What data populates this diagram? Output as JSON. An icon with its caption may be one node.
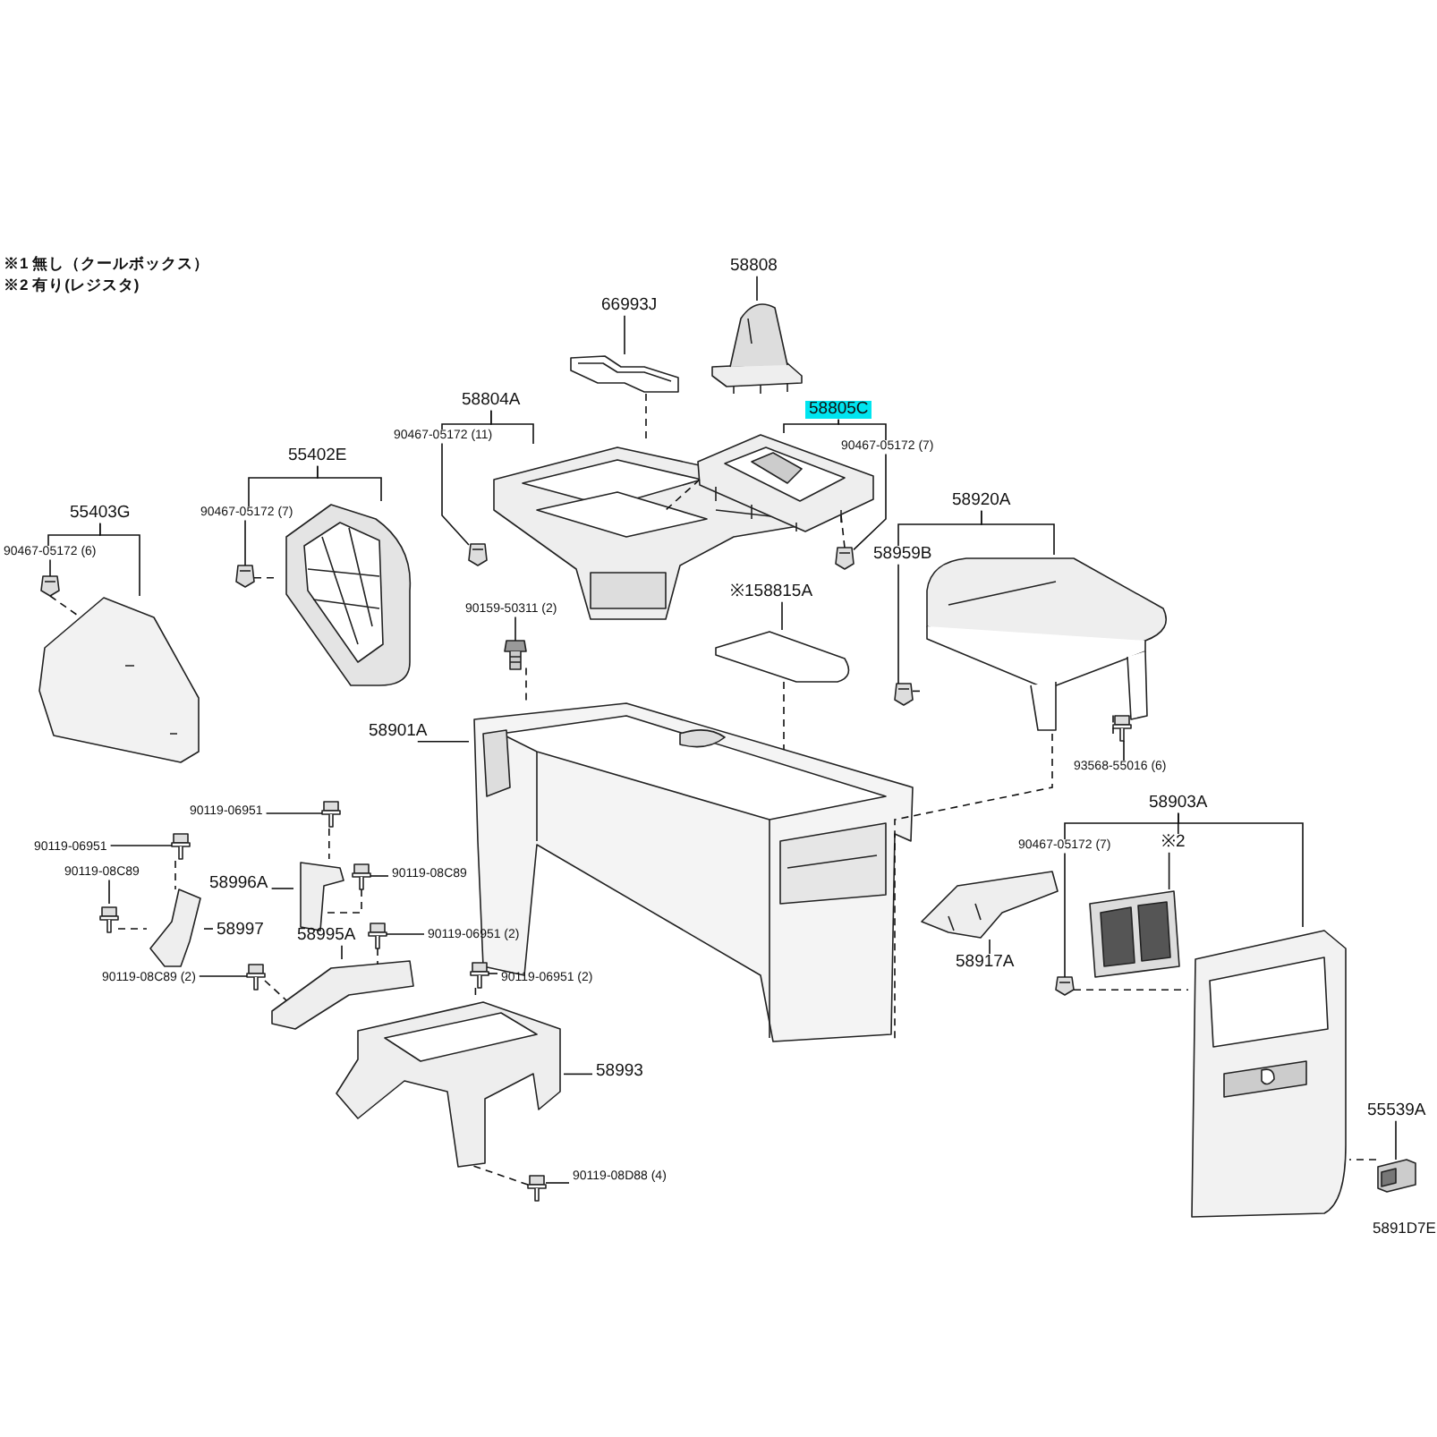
{
  "diagram": {
    "nodes": [
      {
        "text": [
          "58808"
        ]
      },
      {
        "text": [],
        "shape": "picture"
      },
      {
        "text": [
          "66993J"
        ]
      },
      {
        "text": [],
        "shape": "picture"
      },
      {
        "text": [
          "58804A"
        ]
      },
      {
        "text": [
          "90467-05172 (11)"
        ]
      },
      {
        "text": [],
        "shape": "picture"
      },
      {
        "text": [],
        "shape": "picture"
      },
      {
        "text": [
          "58805C"
        ]
      },
      {
        "text": [
          "90467-05172 (7)"
        ]
      },
      {
        "text": [],
        "shape": "picture"
      },
      {
        "text": [],
        "shape": "picture"
      },
      {
        "text": [
          "58920A"
        ]
      },
      {
        "text": [
          "58959B"
        ]
      },
      {
        "text": [],
        "shape": "picture"
      },
      {
        "text": [],
        "shape": "picture"
      },
      {
        "text": [
          "93568-55016 (6)"
        ]
      },
      {
        "text": [],
        "shape": "picture"
      },
      {
        "text": [
          "※158815A"
        ]
      },
      {
        "text": [],
        "shape": "picture"
      },
      {
        "text": [
          "55402E"
        ]
      },
      {
        "text": [
          "90467-05172 (7)"
        ]
      },
      {
        "text": [],
        "shape": "picture"
      },
      {
        "text": [],
        "shape": "picture"
      },
      {
        "text": [
          "55403G"
        ]
      },
      {
        "text": [
          "90467-05172 (6)"
        ]
      },
      {
        "text": [],
        "shape": "picture"
      },
      {
        "text": [],
        "shape": "picture"
      },
      {
        "text": [
          "90159-50311 (2)"
        ]
      },
      {
        "text": [],
        "shape": "picture"
      },
      {
        "text": [
          "58901A"
        ]
      },
      {
        "text": [],
        "shape": "picture"
      },
      {
        "text": [
          "58903A"
        ]
      },
      {
        "text": [
          "90467-05172 (7)"
        ]
      },
      {
        "text": [
          "※2"
        ]
      },
      {
        "text": [],
        "shape": "picture"
      },
      {
        "text": [],
        "shape": "picture"
      },
      {
        "text": [],
        "shape": "picture"
      },
      {
        "text": [
          "58917A"
        ]
      },
      {
        "text": [],
        "shape": "picture"
      },
      {
        "text": [
          "55539A"
        ]
      },
      {
        "text": [],
        "shape": "picture"
      },
      {
        "text": [
          "90119-06951"
        ]
      },
      {
        "text": [],
        "shape": "picture"
      },
      {
        "text": [
          "90119-06951"
        ]
      },
      {
        "text": [],
        "shape": "picture"
      },
      {
        "text": [
          "90119-08C89"
        ]
      },
      {
        "text": [],
        "shape": "picture"
      },
      {
        "text": [
          "58996A"
        ]
      },
      {
        "text": [],
        "shape": "picture"
      },
      {
        "text": [
          "90119-08C89"
        ]
      },
      {
        "text": [],
        "shape": "picture"
      },
      {
        "text": [
          "58997"
        ]
      },
      {
        "text": [],
        "shape": "picture"
      },
      {
        "text": [
          "58995A"
        ]
      },
      {
        "text": [],
        "shape": "picture"
      },
      {
        "text": [
          "90119-06951 (2)"
        ]
      },
      {
        "text": [],
        "shape": "picture"
      },
      {
        "text": [
          "90119-08C89 (2)"
        ]
      },
      {
        "text": [],
        "shape": "picture"
      },
      {
        "text": [
          "90119-06951 (2)"
        ]
      },
      {
        "text": [],
        "shape": "picture"
      },
      {
        "text": [
          "58993"
        ]
      },
      {
        "text": [],
        "shape": "picture"
      },
      {
        "text": [
          "90119-08D88 (4)"
        ]
      },
      {
        "text": [],
        "shape": "picture"
      }
    ],
    "edges": [
      {
        "from": 0,
        "to": 1,
        "arrow": "none"
      },
      {
        "from": 2,
        "to": 3,
        "arrow": "none"
      },
      {
        "from": 4,
        "to": 6,
        "arrow": "none"
      },
      {
        "from": 4,
        "to": 5,
        "arrow": "none"
      },
      {
        "from": 5,
        "to": 7,
        "arrow": "none"
      },
      {
        "from": 8,
        "to": 10,
        "arrow": "none"
      },
      {
        "from": 8,
        "to": 9,
        "arrow": "none"
      },
      {
        "from": 9,
        "to": 11,
        "arrow": "none"
      },
      {
        "from": 12,
        "to": 14,
        "arrow": "none"
      },
      {
        "from": 12,
        "to": 13,
        "arrow": "none"
      },
      {
        "from": 13,
        "to": 15,
        "arrow": "none"
      },
      {
        "from": 16,
        "to": 17,
        "arrow": "none"
      },
      {
        "from": 18,
        "to": 19,
        "arrow": "none"
      },
      {
        "from": 20,
        "to": 22,
        "arrow": "none"
      },
      {
        "from": 20,
        "to": 21,
        "arrow": "none"
      },
      {
        "from": 21,
        "to": 23,
        "arrow": "none"
      },
      {
        "from": 24,
        "to": 26,
        "arrow": "none"
      },
      {
        "from": 24,
        "to": 25,
        "arrow": "none"
      },
      {
        "from": 25,
        "to": 27,
        "arrow": "none"
      },
      {
        "from": 28,
        "to": 29,
        "arrow": "none"
      },
      {
        "from": 30,
        "to": 31,
        "arrow": "none"
      },
      {
        "from": 32,
        "to": 36,
        "arrow": "none"
      },
      {
        "from": 32,
        "to": 34,
        "arrow": "none"
      },
      {
        "from": 32,
        "to": 33,
        "arrow": "none"
      },
      {
        "from": 34,
        "to": 35,
        "arrow": "none"
      },
      {
        "from": 33,
        "to": 37,
        "arrow": "none"
      },
      {
        "from": 38,
        "to": 39,
        "arrow": "none"
      },
      {
        "from": 40,
        "to": 41,
        "arrow": "none"
      },
      {
        "from": 42,
        "to": 43,
        "arrow": "none"
      },
      {
        "from": 44,
        "to": 45,
        "arrow": "none"
      },
      {
        "from": 46,
        "to": 47,
        "arrow": "none"
      },
      {
        "from": 48,
        "to": 49,
        "arrow": "none"
      },
      {
        "from": 50,
        "to": 51,
        "arrow": "none"
      },
      {
        "from": 52,
        "to": 53,
        "arrow": "none"
      },
      {
        "from": 54,
        "to": 55,
        "arrow": "none"
      },
      {
        "from": 56,
        "to": 57,
        "arrow": "none"
      },
      {
        "from": 58,
        "to": 59,
        "arrow": "none"
      },
      {
        "from": 60,
        "to": 61,
        "arrow": "none"
      },
      {
        "from": 62,
        "to": 63,
        "arrow": "none"
      },
      {
        "from": 64,
        "to": 65,
        "arrow": "none"
      },
      {
        "from": 27,
        "to": 26,
        "arrow": "none",
        "style": "dashed"
      },
      {
        "from": 23,
        "to": 22,
        "arrow": "none",
        "style": "dashed"
      },
      {
        "from": 3,
        "to": 6,
        "arrow": "none",
        "style": "dashed"
      },
      {
        "from": 10,
        "to": 6,
        "arrow": "none",
        "style": "dashed"
      },
      {
        "from": 11,
        "to": 10,
        "arrow": "none",
        "style": "dashed"
      },
      {
        "from": 15,
        "to": 14,
        "arrow": "none",
        "style": "dashed"
      },
      {
        "from": 17,
        "to": 14,
        "arrow": "none",
        "style": "dashed"
      },
      {
        "from": 14,
        "to": 31,
        "arrow": "none",
        "style": "dashed"
      },
      {
        "from": 19,
        "to": 31,
        "arrow": "none",
        "style": "dashed"
      },
      {
        "from": 29,
        "to": 31,
        "arrow": "none",
        "style": "dashed"
      },
      {
        "from": 37,
        "to": 36,
        "arrow": "none",
        "style": "dashed"
      },
      {
        "from": 41,
        "to": 36,
        "arrow": "none",
        "style": "dashed"
      },
      {
        "from": 43,
        "to": 49,
        "arrow": "none",
        "style": "dashed"
      },
      {
        "from": 51,
        "to": 49,
        "arrow": "none",
        "style": "dashed"
      },
      {
        "from": 45,
        "to": 53,
        "arrow": "none",
        "style": "dashed"
      },
      {
        "from": 47,
        "to": 53,
        "arrow": "none",
        "style": "dashed"
      },
      {
        "from": 57,
        "to": 55,
        "arrow": "none",
        "style": "dashed"
      },
      {
        "from": 59,
        "to": 55,
        "arrow": "none",
        "style": "dashed"
      },
      {
        "from": 61,
        "to": 63,
        "arrow": "none",
        "style": "dashed"
      },
      {
        "from": 65,
        "to": 63,
        "arrow": "none",
        "style": "dashed"
      }
    ],
    "labels": [
      "※1 無し（クールボックス）",
      "※2 有り(レジスタ)",
      "5891D7E"
    ]
  }
}
